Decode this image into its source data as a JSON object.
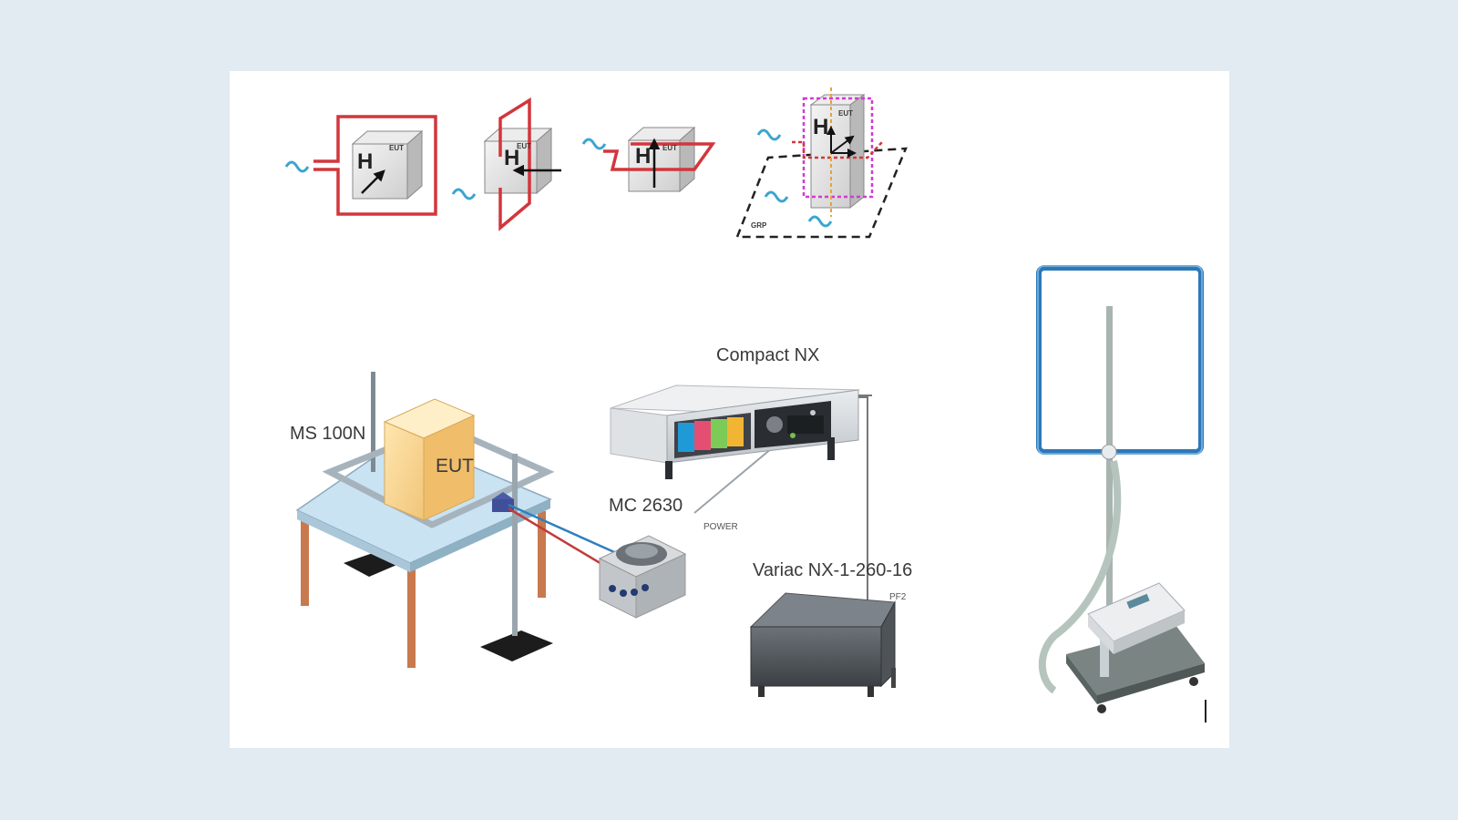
{
  "labels": {
    "compact_nx": "Compact NX",
    "ms_100n": "MS 100N",
    "eut": "EUT",
    "mc_2630": "MC 2630",
    "power": "POWER",
    "variac": "Variac NX-1-260-16",
    "pf2": "PF2",
    "grp": "GRP",
    "eut_small": "EUT",
    "h": "H"
  },
  "colors": {
    "background": "#e2eaf2",
    "loop_red": "#d2363c",
    "wave_blue": "#3aa6cf",
    "field_loop_blue": "#2e78b8",
    "magenta": "#d23ad2",
    "eut_box": "#f5cf8a",
    "table_top": "#c9e3f2",
    "table_legs": "#c8794e"
  },
  "icons": [
    "sine-wave-icon",
    "field-arrow-icon"
  ]
}
